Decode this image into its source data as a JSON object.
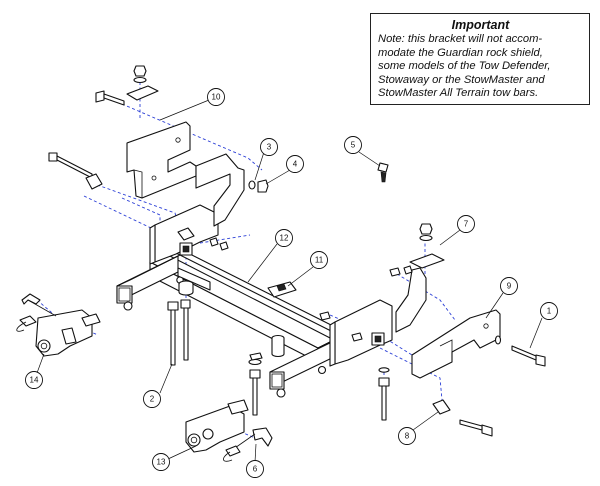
{
  "note": {
    "title": "Important",
    "lines": [
      "Note: this bracket will not accom-",
      "modate the Guardian rock shield,",
      "some models of the Tow Defender,",
      "Stowaway or the StowMaster and",
      "StowMaster All Terrain tow bars."
    ]
  },
  "callouts": [
    "1",
    "2",
    "3",
    "4",
    "5",
    "6",
    "7",
    "8",
    "9",
    "10",
    "11",
    "12",
    "13",
    "14"
  ],
  "colors": {
    "line": "#111111",
    "dashed_centerline": "#2b3fd6"
  }
}
